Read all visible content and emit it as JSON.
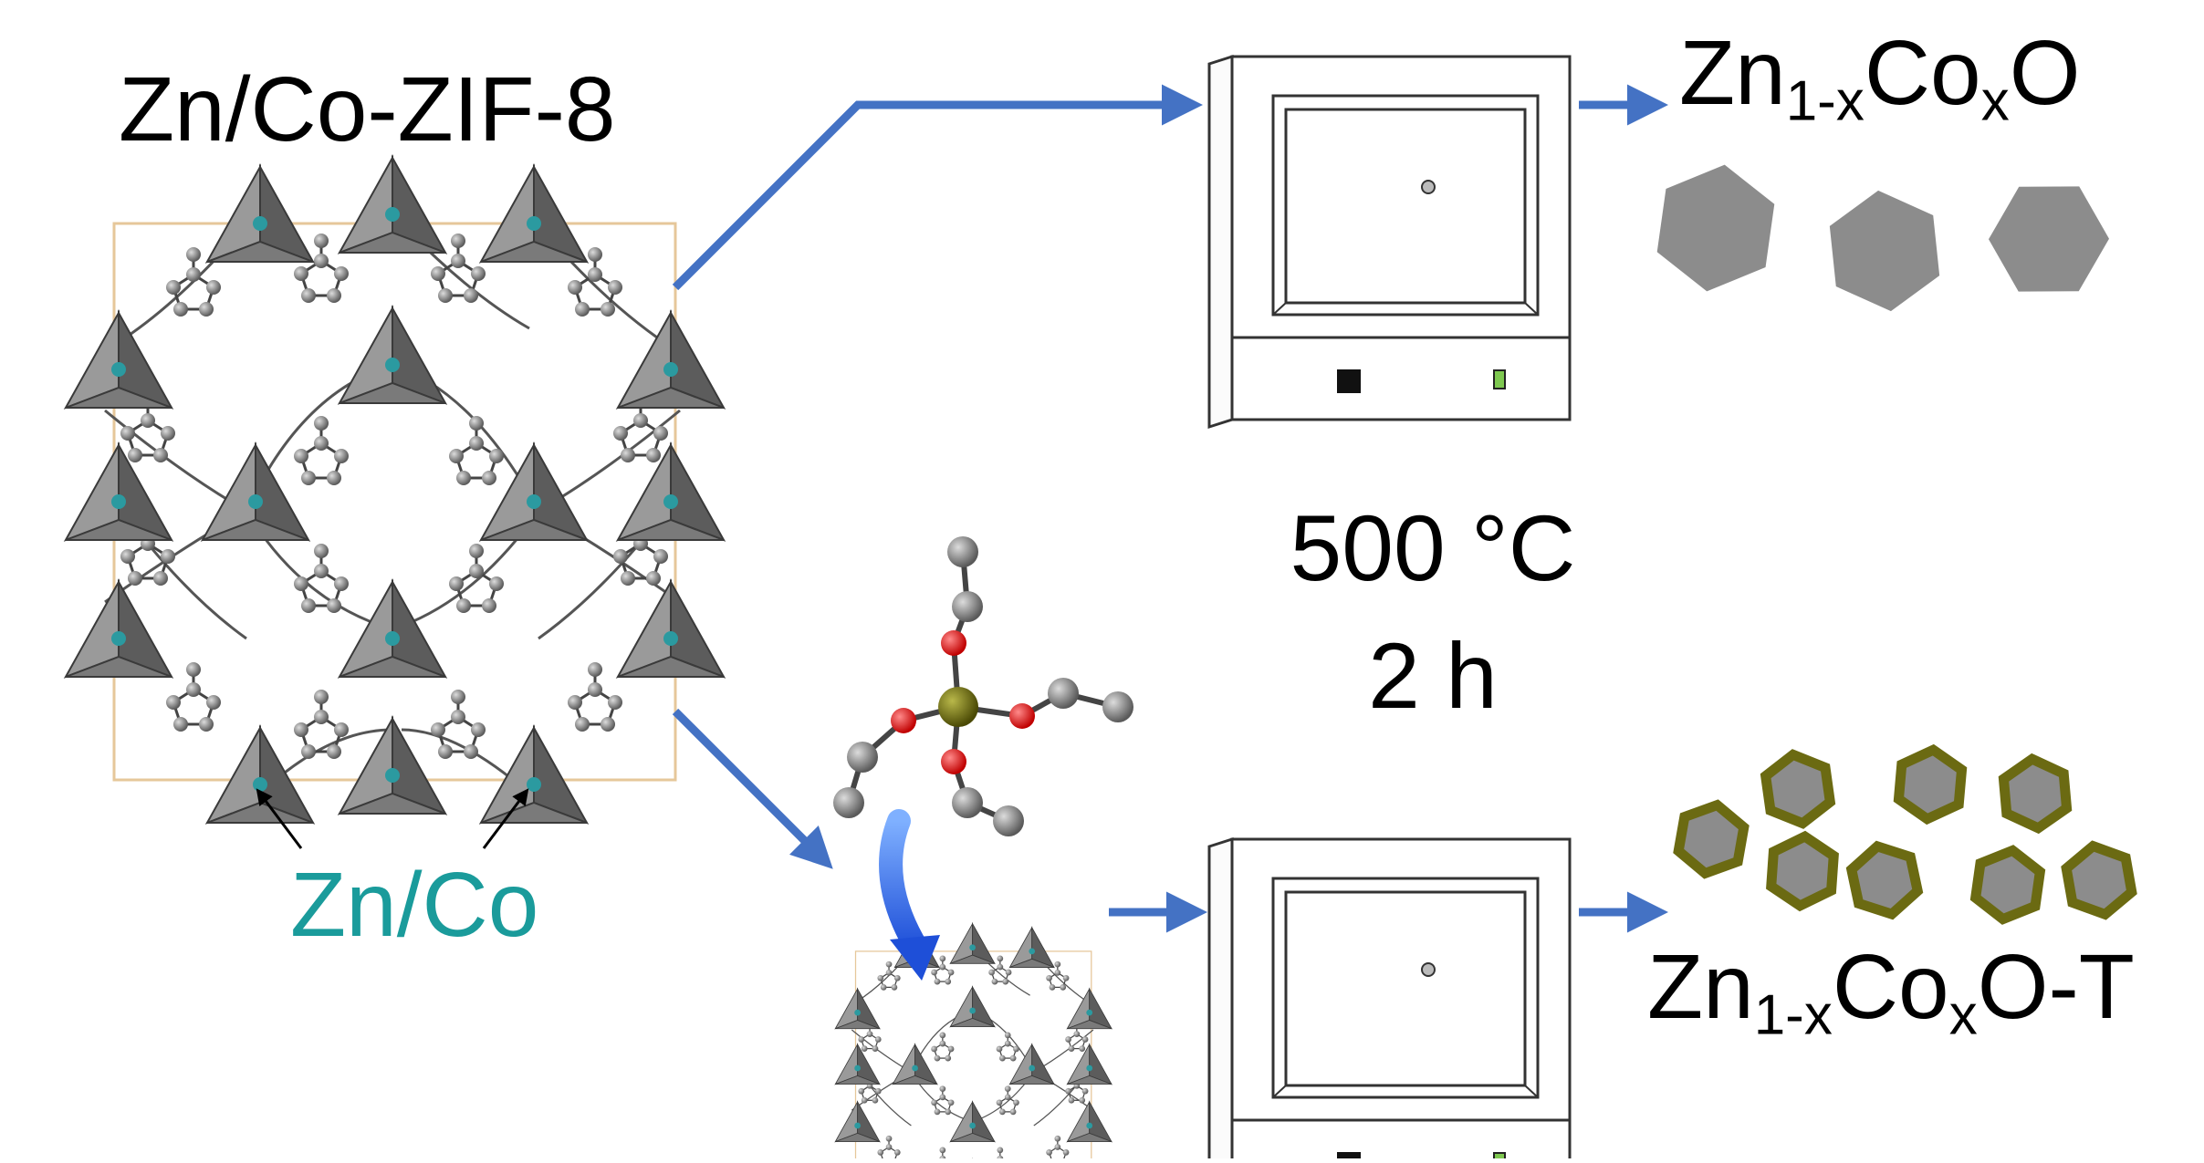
{
  "title": "Zn/Co-ZIF-8",
  "metal_label": "Zn/Co",
  "conditions": {
    "temperature": "500 °C",
    "time": "2 h"
  },
  "product_top": {
    "base": "Zn",
    "sub1": "1-x",
    "mid": "Co",
    "sub2": "x",
    "tail": "O"
  },
  "product_bottom": {
    "base": "Zn",
    "sub1": "1-x",
    "mid": "Co",
    "sub2": "x",
    "tail": "O-T"
  },
  "colors": {
    "arrow": "#4472c4",
    "label_teal": "#1a9b9b",
    "polyhedron_light": "#8a8a8a",
    "polyhedron_dark": "#555555",
    "cell_edge": "#e6c79a",
    "shell": "#6b6a12",
    "core": "#8c8c8c",
    "oxygen": "#e01010",
    "metal_center": "#6b6a12",
    "led": "#7ec850"
  },
  "icons": {
    "furnace": "furnace-icon",
    "precursor": "metal-alkoxide-molecule-icon",
    "arrow": "process-arrow-icon"
  }
}
